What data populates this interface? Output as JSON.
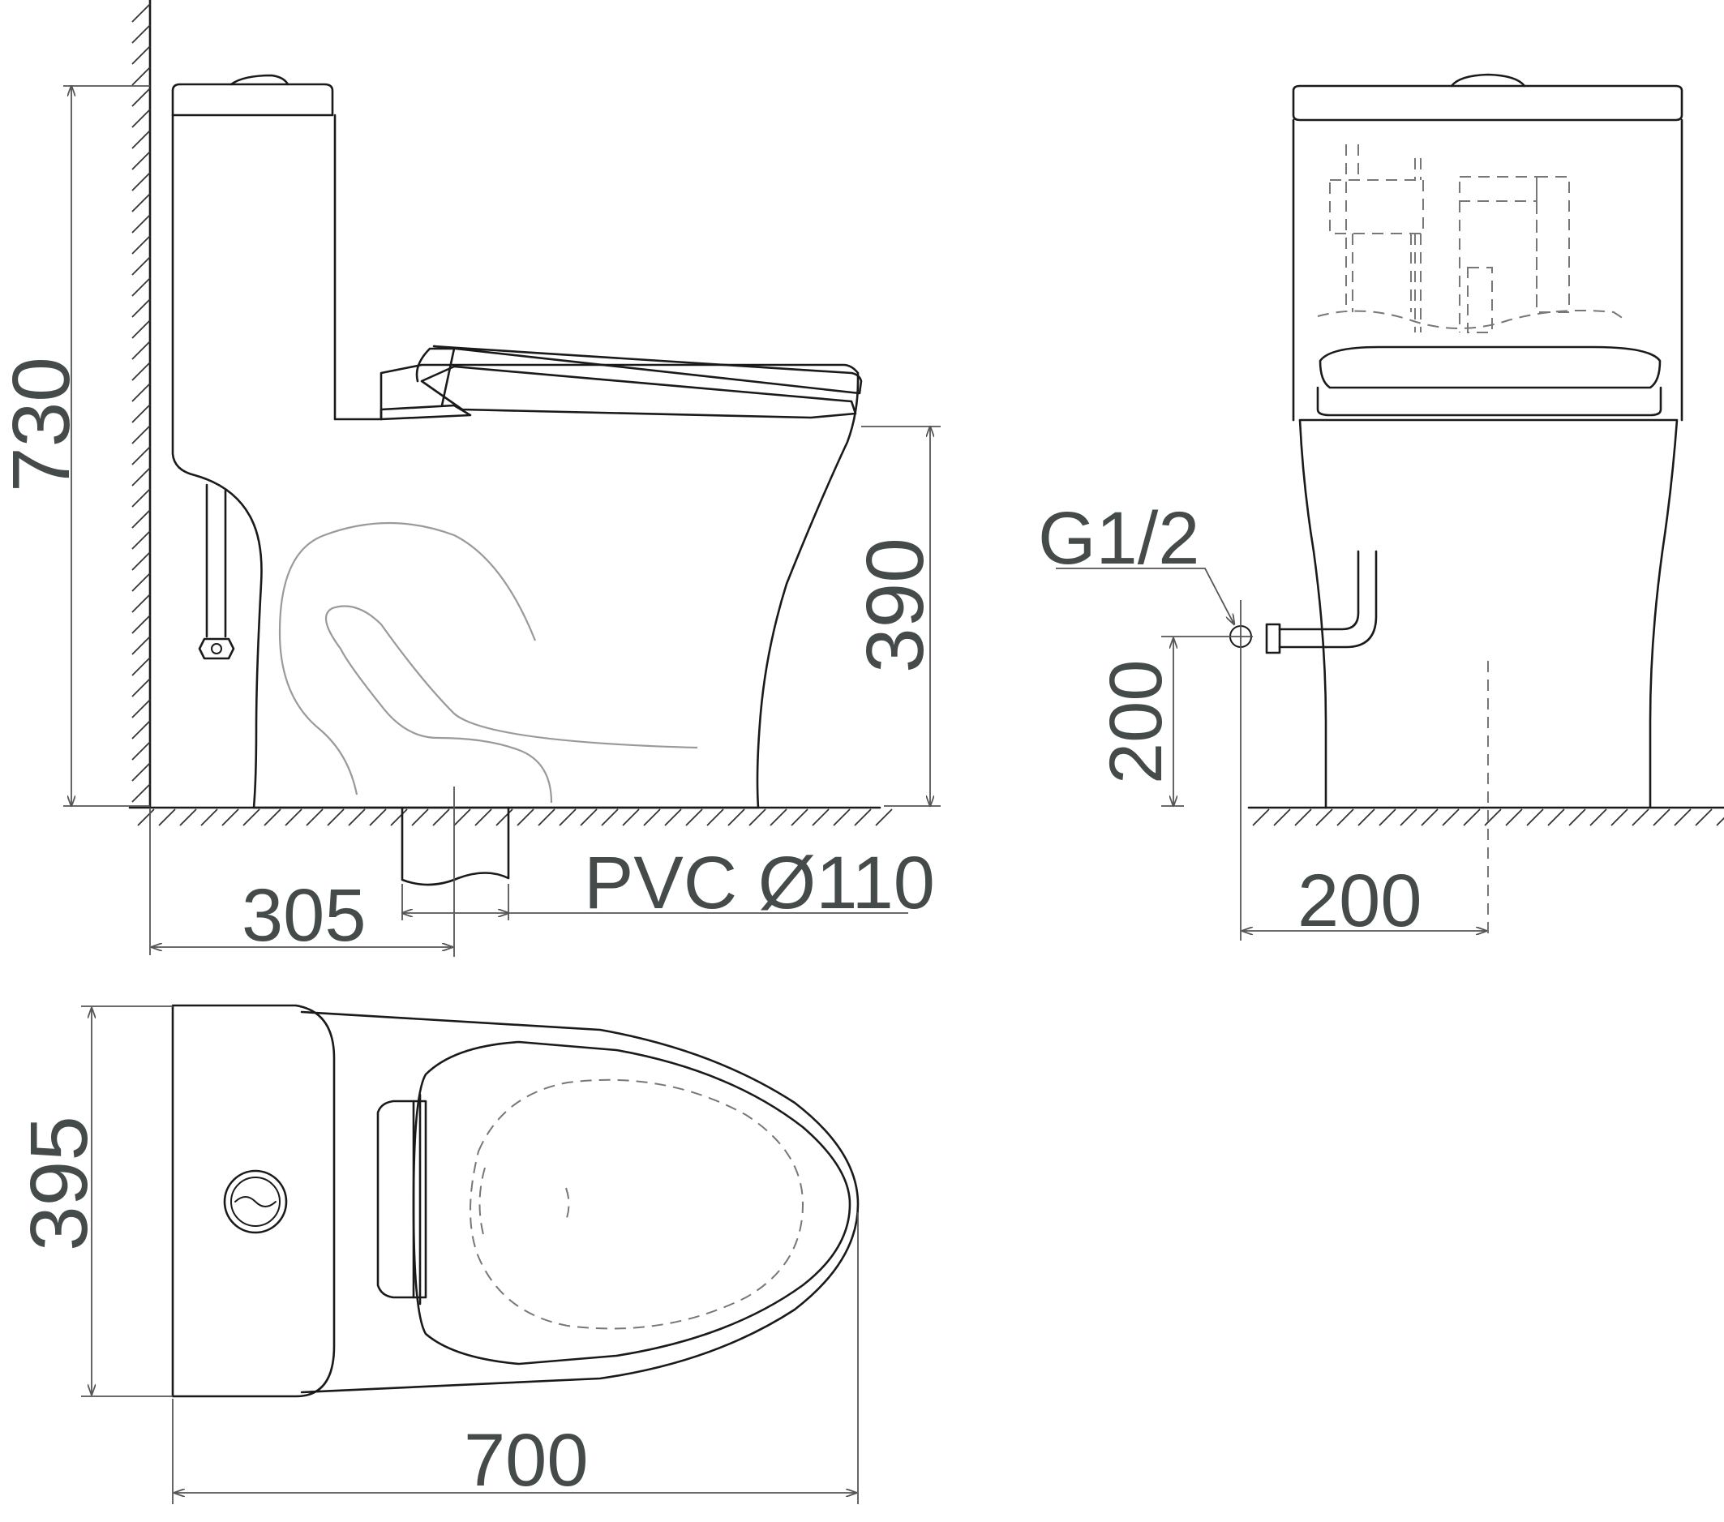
{
  "drawing": {
    "views": [
      "side-view",
      "front-view",
      "top-view"
    ],
    "dimensions": {
      "total_height": "730",
      "seat_height": "390",
      "rough_in": "305",
      "drain_pipe": "PVC Ø110",
      "inlet_thread": "G1/2",
      "inlet_height": "200",
      "inlet_offset": "200",
      "width": "395",
      "length": "700"
    },
    "colors": {
      "line": "#1a1a1a",
      "dimension_text": "#454b4a",
      "hidden_line": "#777777"
    }
  }
}
